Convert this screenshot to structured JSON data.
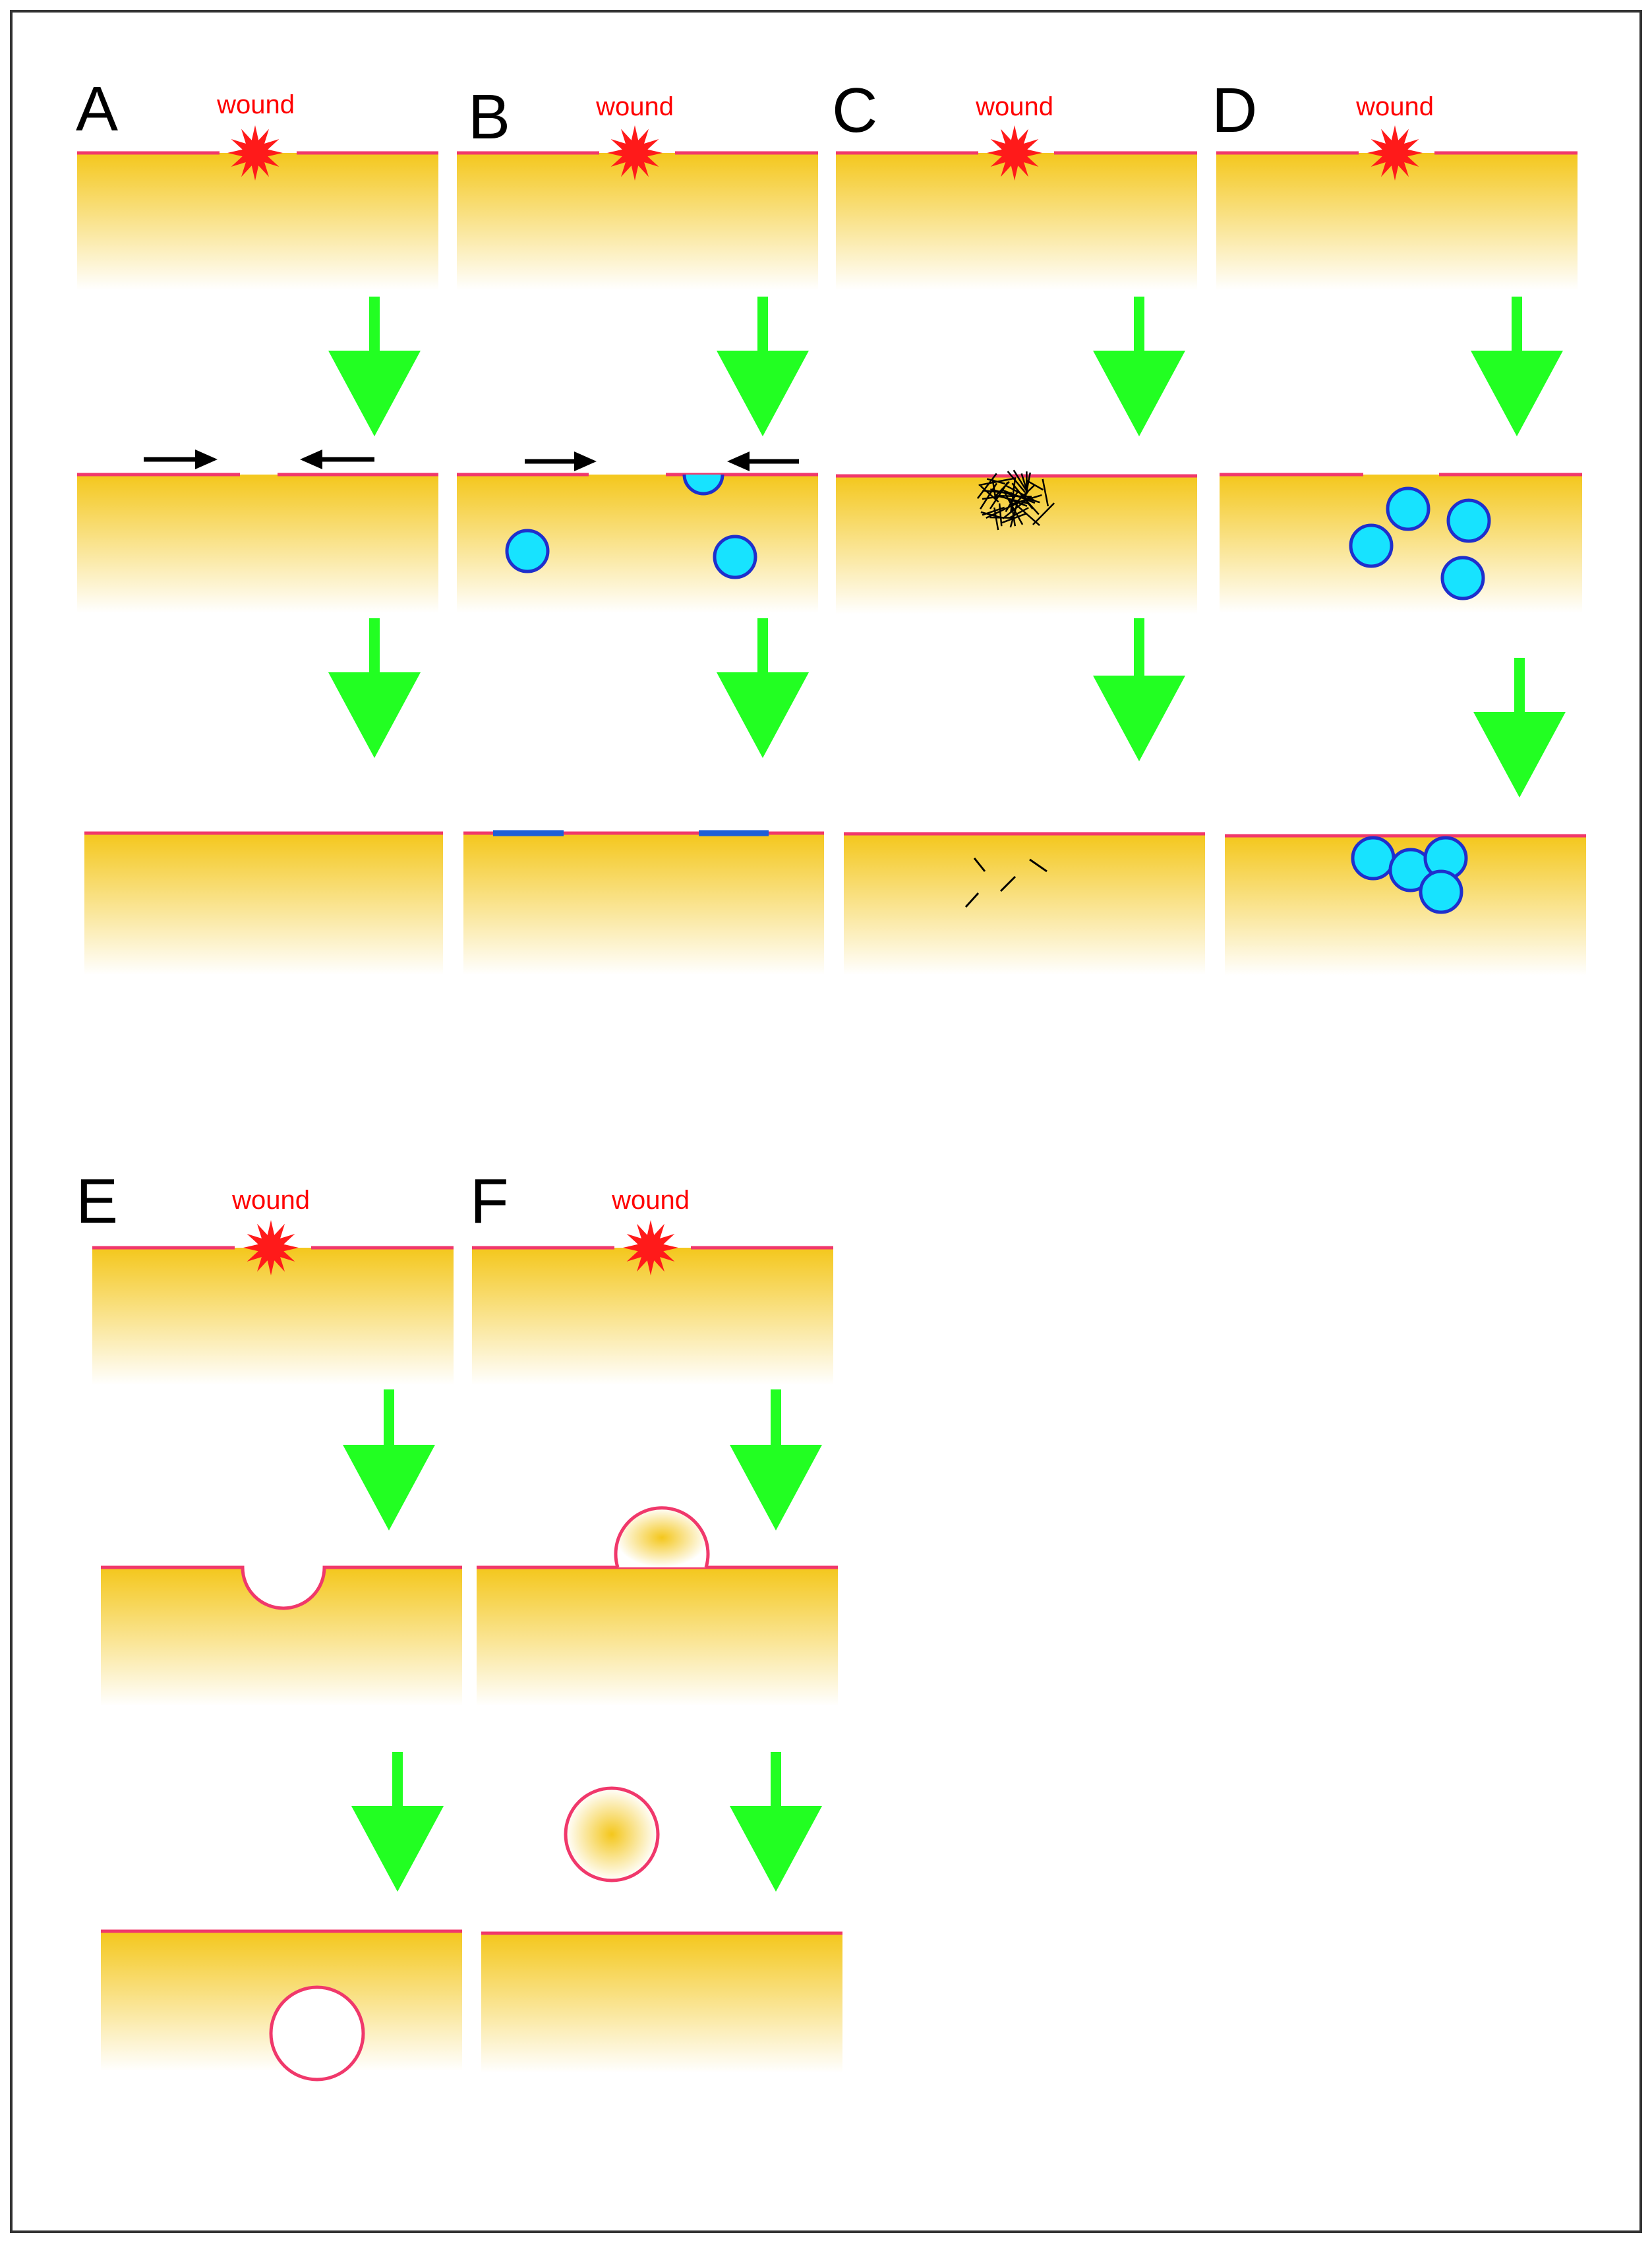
{
  "colors": {
    "tissue_top": "#f4c71c",
    "tissue_bottom": "#ffffff",
    "membrane": "#f0386b",
    "wound": "#ff1a1a",
    "arrow": "#22ff22",
    "cell_fill": "#17e3ff",
    "cell_stroke": "#1f2fcc",
    "patch": "#1e5fd6",
    "frame": "#333333",
    "text": "#000000"
  },
  "icons": {
    "wound": "red-starburst-icon",
    "step": "green-down-arrow-icon",
    "migration": "black-arrow-icon"
  },
  "panels": [
    {
      "letter": "A",
      "wound_label": "wound"
    },
    {
      "letter": "B",
      "wound_label": "wound"
    },
    {
      "letter": "C",
      "wound_label": "wound"
    },
    {
      "letter": "D",
      "wound_label": "wound"
    },
    {
      "letter": "E",
      "wound_label": "wound"
    },
    {
      "letter": "F",
      "wound_label": "wound"
    }
  ]
}
